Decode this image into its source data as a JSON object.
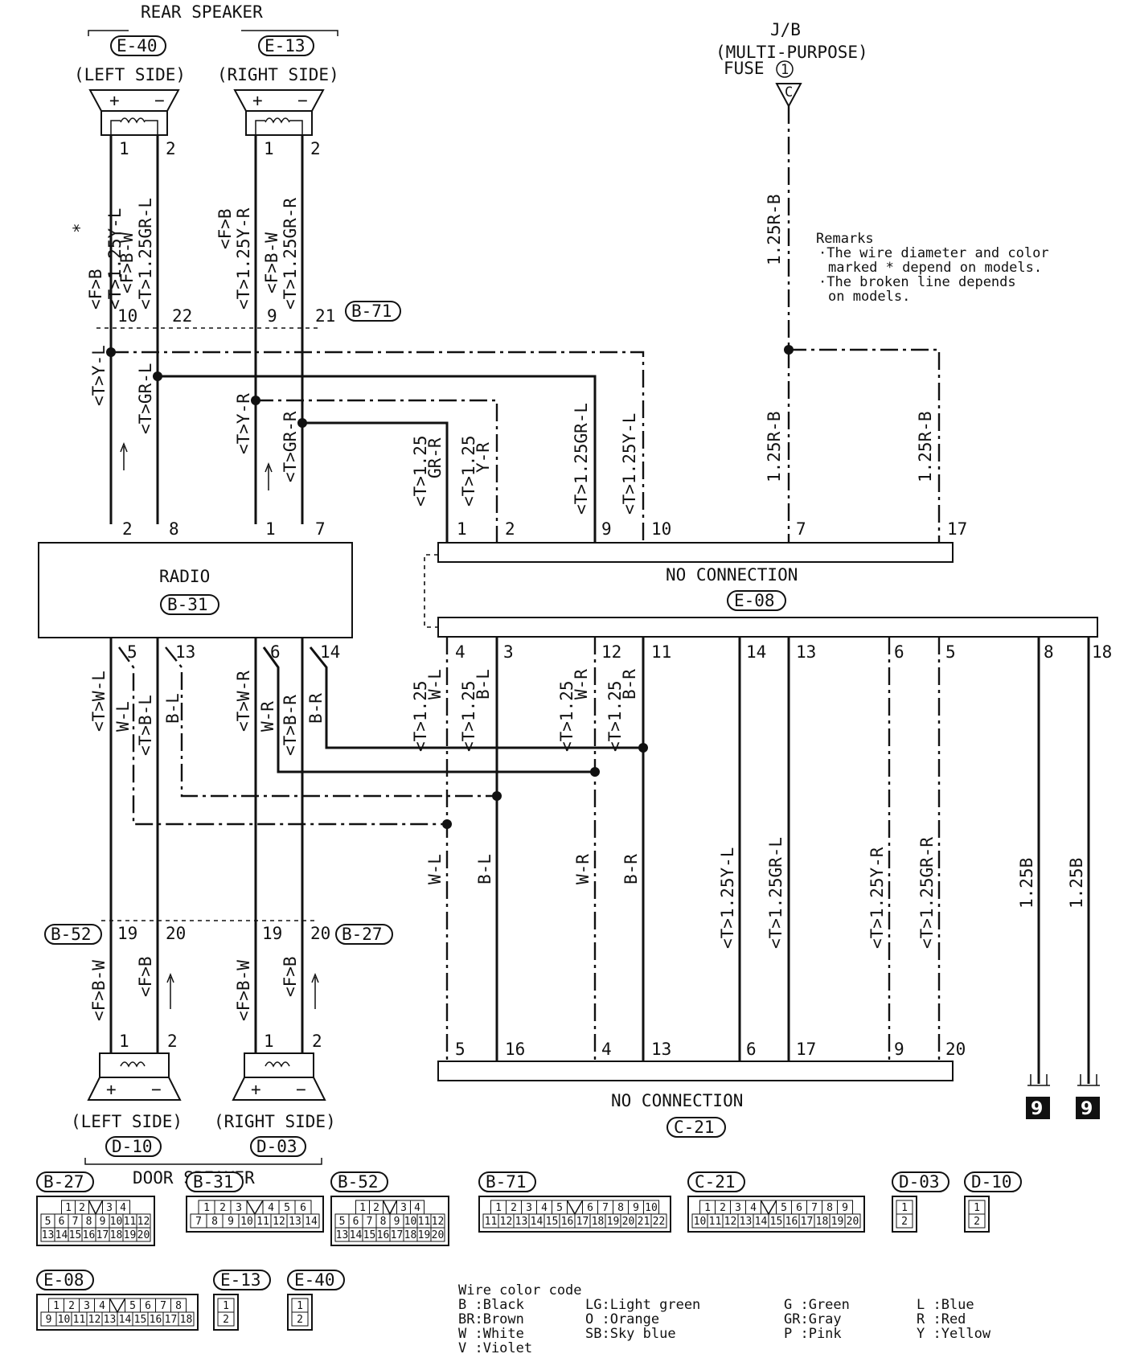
{
  "rear_speaker": {
    "title": "REAR SPEAKER",
    "left": {
      "connector": "E-40",
      "side": "(LEFT SIDE)",
      "plus": "+",
      "minus": "−",
      "pin1": "1",
      "pin2": "2"
    },
    "right": {
      "connector": "E-13",
      "side": "(RIGHT SIDE)",
      "plus": "+",
      "minus": "−",
      "pin1": "1",
      "pin2": "2"
    },
    "wires": {
      "l1a": "<F>B",
      "l1b": "<T>1.25Y-L",
      "l2a": "<F>B-W",
      "l2b": "<T>1.25GR-L",
      "r1a": "<F>B",
      "r1b": "<T>1.25Y-R",
      "r2a": "<F>B-W",
      "r2b": "<T>1.25GR-R",
      "star": "*"
    }
  },
  "jb": {
    "line1": "J/B",
    "line2": "(MULTI-PURPOSE)",
    "line3": "FUSE",
    "fuse_no": "1",
    "terminal": "C",
    "wire": "1.25R-B"
  },
  "remarks": {
    "title": "Remarks",
    "l1": "·The wire diameter and color",
    "l2": "marked * depend on models.",
    "l3": "·The broken line depends",
    "l4": "on models."
  },
  "b71": {
    "connector": "B-71",
    "pins": [
      "10",
      "22",
      "9",
      "21"
    ]
  },
  "upper_wires": {
    "ty_l": "<T>Y-L",
    "tgr_l": "<T>GR-L",
    "ty_r": "<T>Y-R",
    "tgr_r": "<T>GR-R"
  },
  "radio": {
    "label": "RADIO",
    "connector": "B-31",
    "top_pins": [
      "2",
      "8",
      "1",
      "7"
    ],
    "bottom_pins": [
      "5",
      "13",
      "6",
      "14"
    ]
  },
  "e08": {
    "connector": "E-08",
    "note": "NO CONNECTION",
    "top_pins": [
      "1",
      "2",
      "9",
      "10",
      "7",
      "17"
    ],
    "bottom_pins": [
      "4",
      "3",
      "12",
      "11",
      "14",
      "13",
      "6",
      "5",
      "8",
      "18"
    ],
    "top_wires": {
      "w1a": "<T>1.25",
      "w1b": "GR-R",
      "w2a": "<T>1.25",
      "w2b": "Y-R",
      "w9": "<T>1.25GR-L",
      "w10": "<T>1.25Y-L",
      "w7": "1.25R-B",
      "w17": "1.25R-B"
    },
    "bottom_wires": {
      "w4a": "<T>1.25",
      "w4b": "W-L",
      "w3a": "<T>1.25",
      "w3b": "B-L",
      "w12a": "<T>1.25",
      "w12b": "W-R",
      "w11a": "<T>1.25",
      "w11b": "B-R"
    }
  },
  "lower_wires": {
    "tw_l": "<T>W-L",
    "w_l": "W-L",
    "tb_l": "<T>B-L",
    "b_l": "B-L",
    "tw_r": "<T>W-R",
    "w_r": "W-R",
    "tb_r": "<T>B-R",
    "b_r": "B-R",
    "fb_w_l": "<F>B-W",
    "fb_l": "<F>B",
    "fb_w_r": "<F>B-W",
    "fb_r": "<F>B"
  },
  "mid_wires": {
    "wl": "W-L",
    "bl": "B-L",
    "wr": "W-R",
    "br": "B-R",
    "y_l": "<T>1.25Y-L",
    "gr_l": "<T>1.25GR-L",
    "y_r": "<T>1.25Y-R",
    "gr_r": "<T>1.25GR-R",
    "g1": "1.25B",
    "g2": "1.25B"
  },
  "b52": {
    "connector": "B-52",
    "pins": [
      "19",
      "20"
    ]
  },
  "b27": {
    "connector": "B-27",
    "pins": [
      "19",
      "20"
    ]
  },
  "c21": {
    "connector": "C-21",
    "note": "NO CONNECTION",
    "pins": [
      "5",
      "16",
      "4",
      "13",
      "6",
      "17",
      "9",
      "20"
    ]
  },
  "ground": {
    "number": "9"
  },
  "door_speaker": {
    "title": "DOOR SPEAKER",
    "left": {
      "connector": "D-10",
      "side": "(LEFT SIDE)",
      "plus": "+",
      "minus": "−",
      "pin1": "1",
      "pin2": "2"
    },
    "right": {
      "connector": "D-03",
      "side": "(RIGHT SIDE)",
      "plus": "+",
      "minus": "−",
      "pin1": "1",
      "pin2": "2"
    }
  },
  "connectors": {
    "b27": {
      "name": "B-27",
      "row1": [
        "1",
        "2",
        "",
        "3",
        "4"
      ],
      "row2": [
        "5",
        "6",
        "7",
        "8",
        "9",
        "10",
        "11",
        "12"
      ],
      "row3": [
        "13",
        "14",
        "15",
        "16",
        "17",
        "18",
        "19",
        "20"
      ]
    },
    "b31": {
      "name": "B-31",
      "row1": [
        "1",
        "2",
        "3",
        "",
        "4",
        "5",
        "6"
      ],
      "row2": [
        "7",
        "8",
        "9",
        "10",
        "11",
        "12",
        "13",
        "14"
      ]
    },
    "b52": {
      "name": "B-52",
      "row1": [
        "1",
        "2",
        "",
        "3",
        "4"
      ],
      "row2": [
        "5",
        "6",
        "7",
        "8",
        "9",
        "10",
        "11",
        "12"
      ],
      "row3": [
        "13",
        "14",
        "15",
        "16",
        "17",
        "18",
        "19",
        "20"
      ]
    },
    "b71": {
      "name": "B-71",
      "row1": [
        "1",
        "2",
        "3",
        "4",
        "5",
        "",
        "6",
        "7",
        "8",
        "9",
        "10"
      ],
      "row2": [
        "11",
        "12",
        "13",
        "14",
        "15",
        "16",
        "17",
        "18",
        "19",
        "20",
        "21",
        "22"
      ]
    },
    "c21": {
      "name": "C-21",
      "row1": [
        "1",
        "2",
        "3",
        "4",
        "",
        "5",
        "6",
        "7",
        "8",
        "9"
      ],
      "row2": [
        "10",
        "11",
        "12",
        "13",
        "14",
        "15",
        "16",
        "17",
        "18",
        "19",
        "20"
      ]
    },
    "d03": {
      "name": "D-03",
      "row1": [
        "1"
      ],
      "row2": [
        "2"
      ]
    },
    "d10": {
      "name": "D-10",
      "row1": [
        "1"
      ],
      "row2": [
        "2"
      ]
    },
    "e08": {
      "name": "E-08",
      "row1": [
        "1",
        "2",
        "3",
        "4",
        "",
        "5",
        "6",
        "7",
        "8"
      ],
      "row2": [
        "9",
        "10",
        "11",
        "12",
        "13",
        "14",
        "15",
        "16",
        "17",
        "18"
      ]
    },
    "e13": {
      "name": "E-13",
      "row1": [
        "1"
      ],
      "row2": [
        "2"
      ]
    },
    "e40": {
      "name": "E-40",
      "row1": [
        "1"
      ],
      "row2": [
        "2"
      ]
    }
  },
  "wire_color_code": {
    "title": "Wire color code",
    "codes": [
      "B :Black",
      "BR:Brown",
      "W :White",
      "V :Violet",
      "LG:Light green",
      "O :Orange",
      "SB:Sky blue",
      "G :Green",
      "GR:Gray",
      "P :Pink",
      "L :Blue",
      "R :Red",
      "Y :Yellow"
    ]
  }
}
